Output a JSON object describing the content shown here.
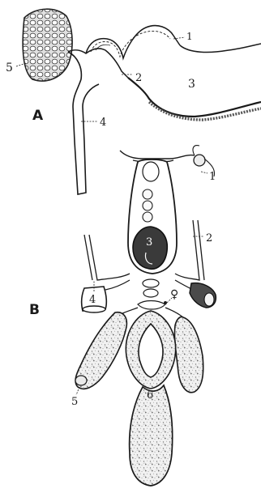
{
  "figure_a": {
    "panel_label": "A",
    "labels": {
      "n1": "1",
      "n2": "2",
      "n3": "3",
      "n4": "4",
      "n5": "5"
    }
  },
  "figure_b": {
    "panel_label": "B",
    "labels": {
      "n1": "1",
      "n2": "2",
      "n3": "3",
      "n4": "4",
      "n5": "5",
      "n6": "6",
      "female_symbol": "♀"
    }
  },
  "colors": {
    "ink": "#1a1a1a",
    "stipple": "#9a9a9a",
    "fill_light": "#e6e6e6",
    "paper": "#ffffff"
  }
}
